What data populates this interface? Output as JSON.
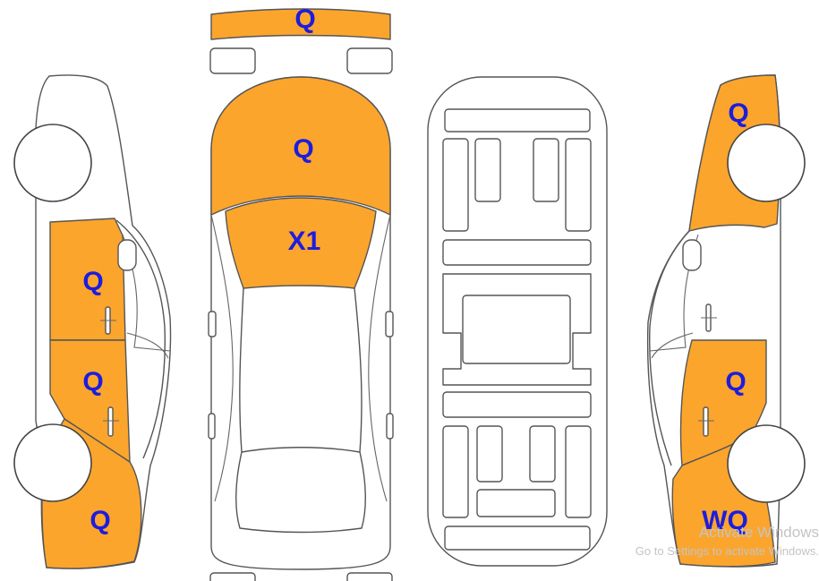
{
  "colors": {
    "damage_fill": "#fba52d",
    "label_text": "#1d1ddd",
    "outline": "#555555"
  },
  "regions": {
    "top_bumper": "Q",
    "hood": "Q",
    "windshield": "X1",
    "left_front_door": "Q",
    "left_rear_door": "Q",
    "left_rear_quarter": "Q",
    "right_front_fender": "Q",
    "right_front_door": "Q",
    "right_rear_fender": "WQ"
  },
  "watermark": {
    "title": "Activate Windows",
    "subtitle": "Go to Settings to activate Windows."
  }
}
